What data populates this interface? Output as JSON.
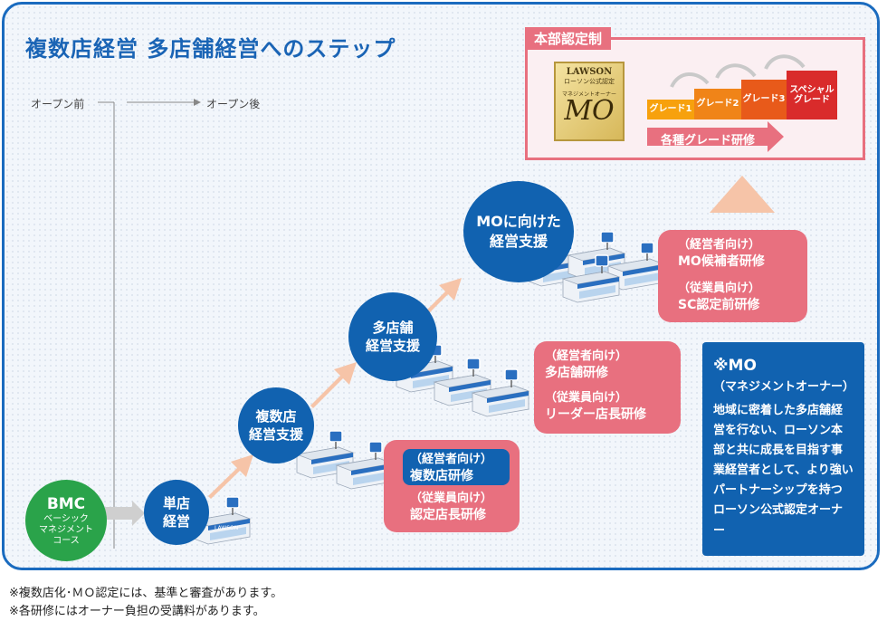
{
  "title": "複数店経営 多店舗経営へのステップ",
  "timeline": {
    "before": "オープン前",
    "after": "オープン後"
  },
  "bmc": {
    "title": "BMC",
    "sub": "ベーシック\nマネジメント\nコース"
  },
  "steps": [
    {
      "label": "単店\n経営"
    },
    {
      "label": "複数店\n経営支援"
    },
    {
      "label": "多店舗\n経営支援"
    },
    {
      "label": "MOに向けた\n経営支援"
    }
  ],
  "trainings": [
    {
      "owner_head": "（経営者向け）",
      "owner_body": "複数店研修",
      "staff_head": "（従業員向け）",
      "staff_body": "認定店長研修"
    },
    {
      "owner_head": "（経営者向け）",
      "owner_body": "多店舗研修",
      "staff_head": "（従業員向け）",
      "staff_body": "リーダー店長研修"
    },
    {
      "owner_head": "（経営者向け）",
      "owner_body": "MO候補者研修",
      "staff_head": "（従業員向け）",
      "staff_body": "SC認定前研修"
    }
  ],
  "hq": {
    "tab": "本部認定制",
    "badge": {
      "brand": "LAWSON",
      "line1": "ローソン公式認定",
      "line2": "マネジメントオーナー",
      "mark": "MO"
    },
    "grades": [
      "グレード1",
      "グレード2",
      "グレード3",
      "スペシャル\nグレード"
    ],
    "arrow_label": "各種グレード研修"
  },
  "mo_note": {
    "title": "※MO",
    "subtitle": "（マネジメントオーナー）",
    "body": "地域に密着した多店舗経営を行ない、ローソン本部と共に成長を目指す事業経営者として、より強いパートナーシップを持つローソン公式認定オーナー"
  },
  "store_sign": "LAWSON",
  "footnotes": [
    "※複数店化･ＭＯ認定には、基準と審査があります。",
    "※各研修にはオーナー負担の受講料があります。"
  ],
  "colors": {
    "blue": "#1162b0",
    "pink": "#e8707f",
    "green": "#2aa34a",
    "peach": "#f6c4a8",
    "orange1": "#f7a10d",
    "orange2": "#f08418",
    "orange3": "#e85a1a",
    "red": "#d92b2b"
  }
}
